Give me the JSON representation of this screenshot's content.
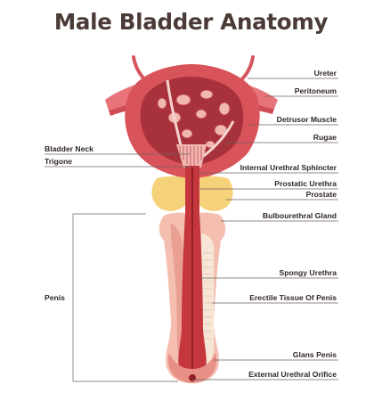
{
  "title": "Male Bladder Anatomy",
  "labels": {
    "ureter": "Ureter",
    "peritoneum": "Peritoneum",
    "detrusor_muscle": "Detrusor Muscle",
    "rugae": "Rugae",
    "bladder_neck": "Bladder Neck",
    "trigone": "Trigone",
    "internal_urethral_sphincter": "Internal Urethral Sphincter",
    "prostatic_urethra": "Prostatic Urethra",
    "prostate": "Prostate",
    "bulbourethral_gland": "Bulbourethral Gland",
    "penis": "Penis",
    "spongy_urethra": "Spongy Urethra",
    "erectile_tissue": "Erectile Tissue Of Penis",
    "glans_penis": "Glans Penis",
    "external_urethral_orifice": "External Urethral Orifice"
  },
  "colors": {
    "title": "#4a3b36",
    "bladder_wall": "#d9535a",
    "peritoneum": "#e8737a",
    "lumen": "#a8323c",
    "inner_lining": "#f1b8b2",
    "prostate": "#f5d27a",
    "erectile_tissue": "#f4bfb0",
    "spongy_body": "#f7e6d6",
    "urethra": "#c5373d",
    "leader": "#6b6360"
  }
}
